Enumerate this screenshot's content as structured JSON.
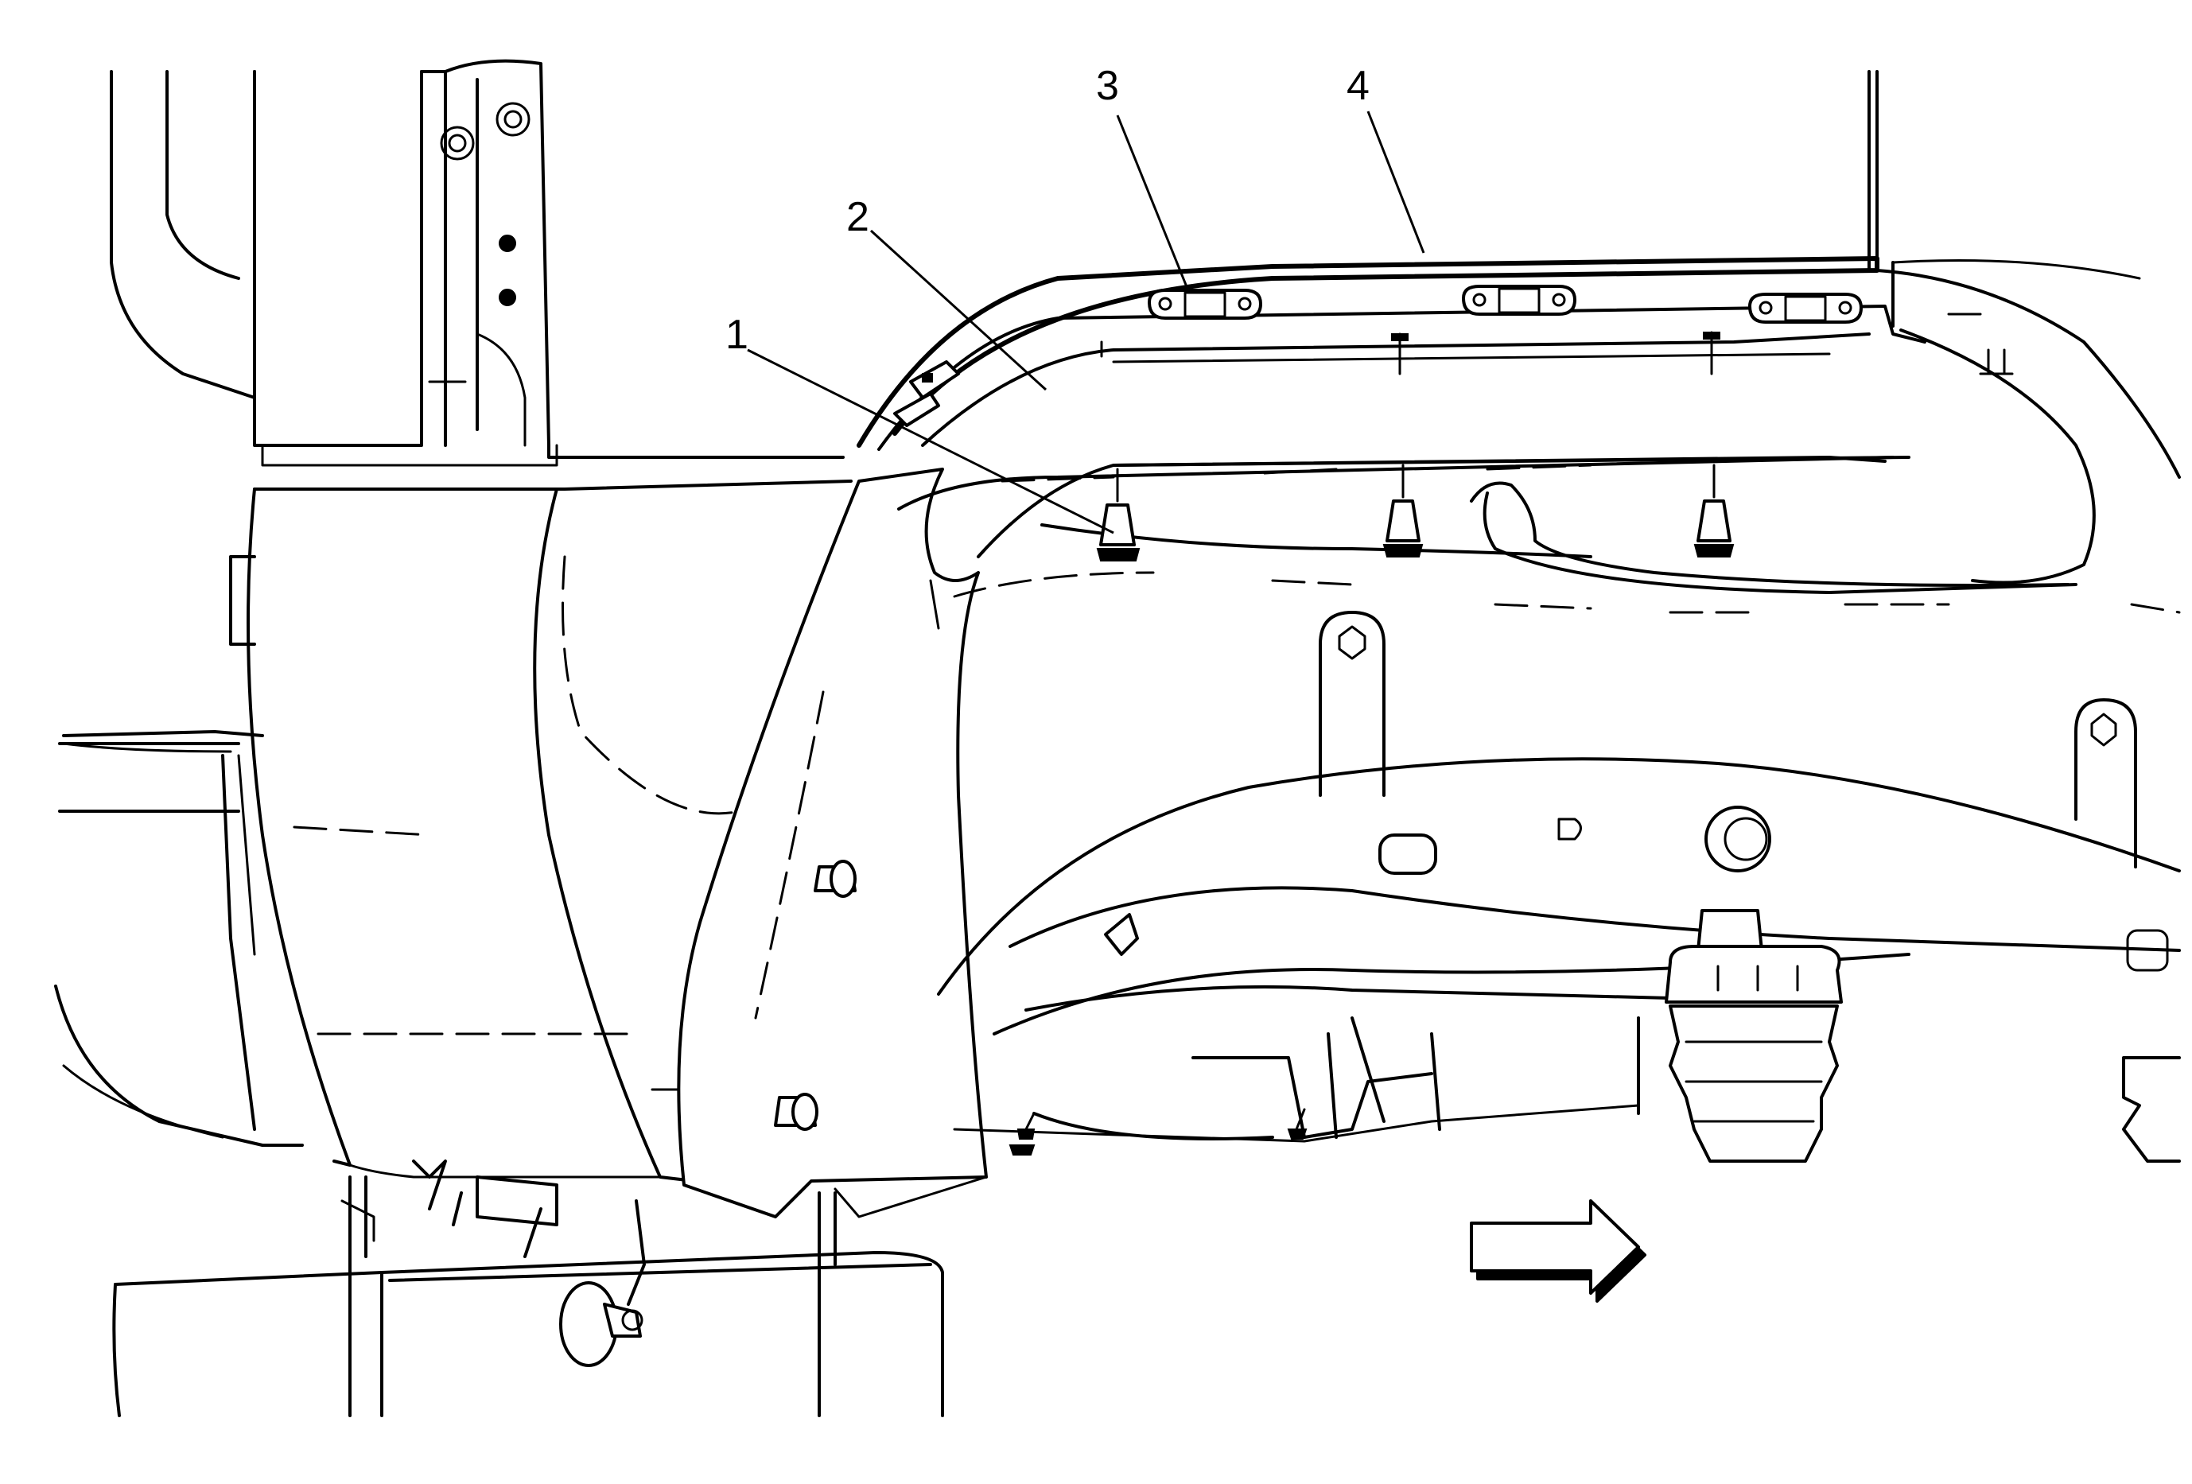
{
  "callouts": [
    {
      "id": "1",
      "label": "1"
    },
    {
      "id": "2",
      "label": "2"
    },
    {
      "id": "3",
      "label": "3"
    },
    {
      "id": "4",
      "label": "4"
    }
  ],
  "direction_arrow": {
    "icon": "arrow-right-icon"
  }
}
